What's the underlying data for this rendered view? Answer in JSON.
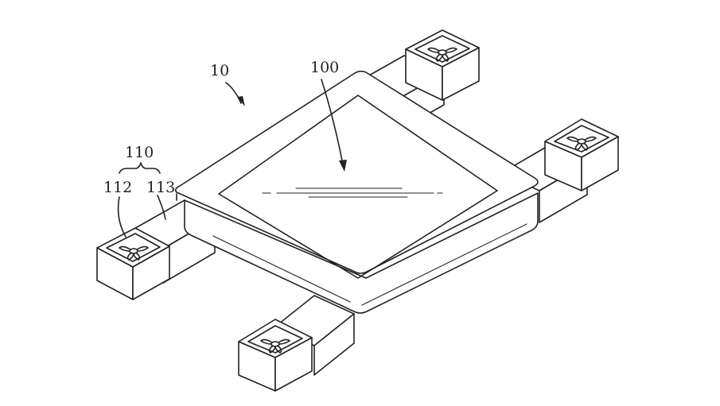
{
  "labels": {
    "device": "10",
    "body": "100",
    "arm_unit": "110",
    "propeller": "112",
    "arm": "113"
  },
  "colors": {
    "line": "#222222",
    "background": "#ffffff"
  }
}
